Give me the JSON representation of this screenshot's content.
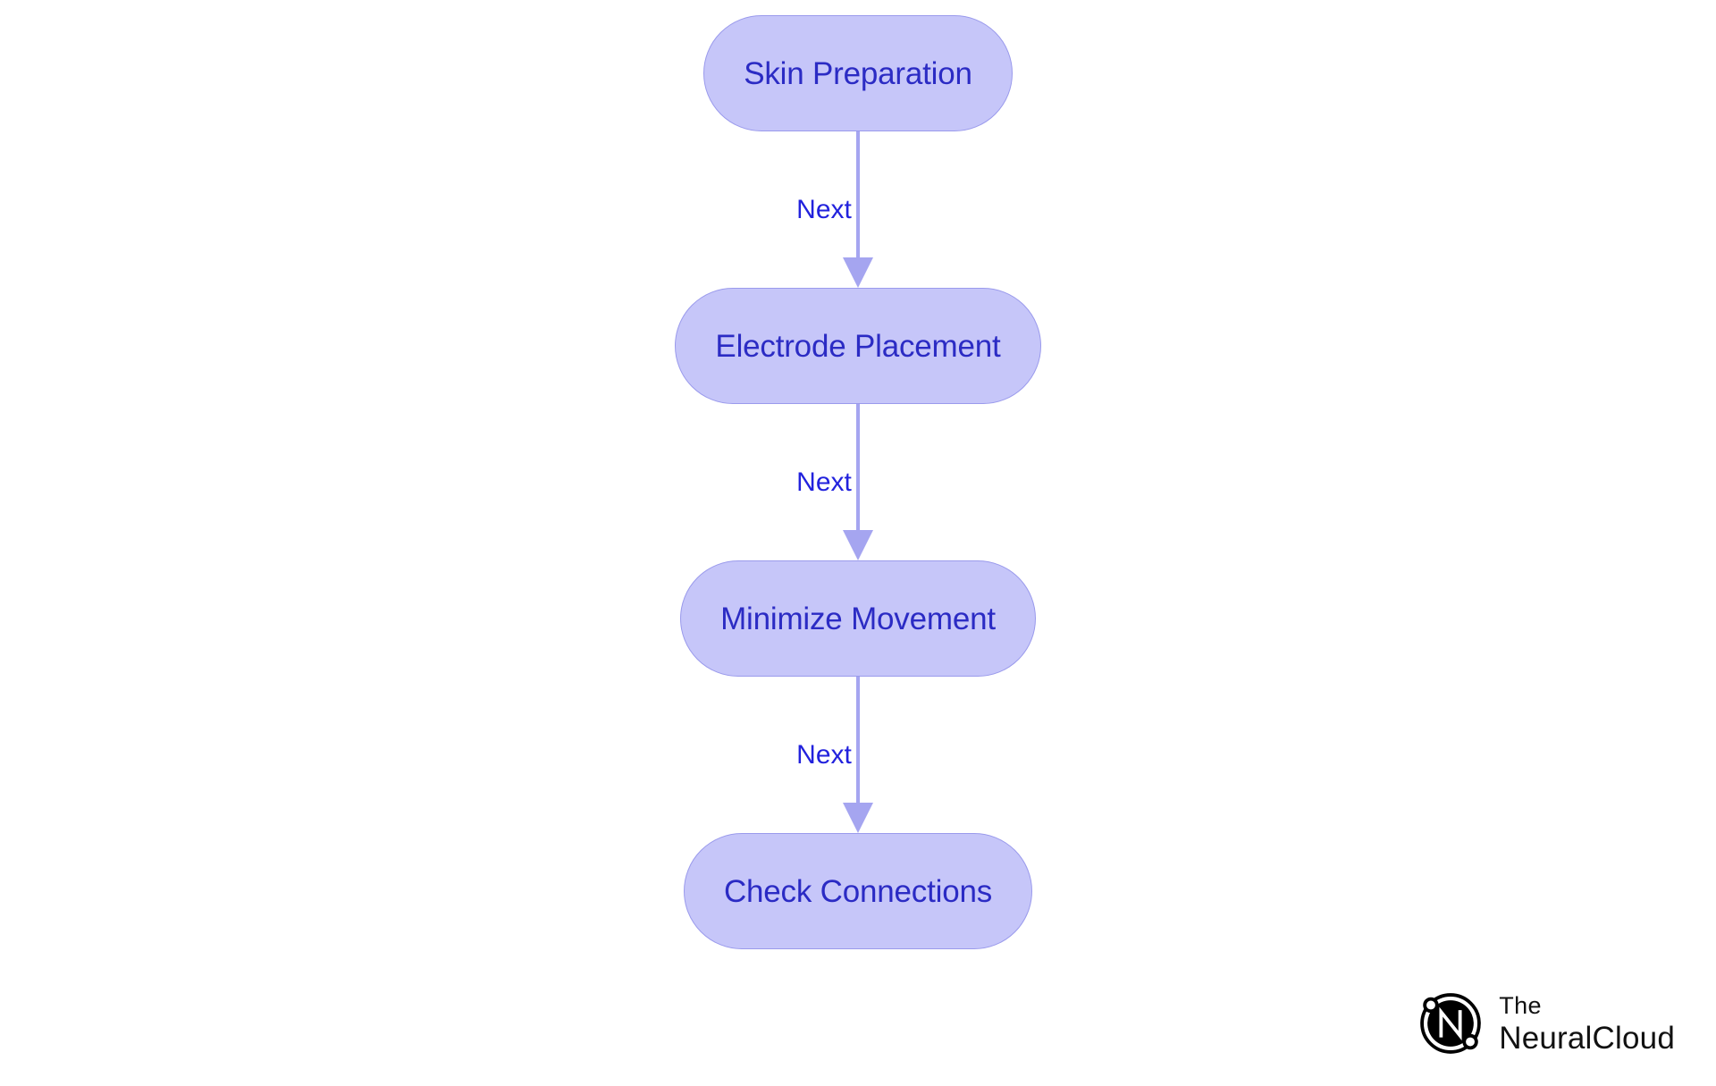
{
  "diagram": {
    "type": "flowchart",
    "orientation": "vertical",
    "background_color": "#ffffff",
    "node_fill_color": "#c6c6f9",
    "node_border_color": "#9a9aec",
    "node_text_color": "#2b2bc4",
    "edge_color": "#a5a5f0",
    "edge_label_color": "#2222dd",
    "nodes": [
      {
        "id": "skin-preparation",
        "label": "Skin Preparation"
      },
      {
        "id": "electrode-placement",
        "label": "Electrode Placement"
      },
      {
        "id": "minimize-movement",
        "label": "Minimize Movement"
      },
      {
        "id": "check-connections",
        "label": "Check Connections"
      }
    ],
    "edges": [
      {
        "from": "skin-preparation",
        "to": "electrode-placement",
        "label": "Next"
      },
      {
        "from": "electrode-placement",
        "to": "minimize-movement",
        "label": "Next"
      },
      {
        "from": "minimize-movement",
        "to": "check-connections",
        "label": "Next"
      }
    ]
  },
  "logo": {
    "mark_letter": "N",
    "line1": "The",
    "line2": "NeuralCloud",
    "color": "#111111"
  }
}
